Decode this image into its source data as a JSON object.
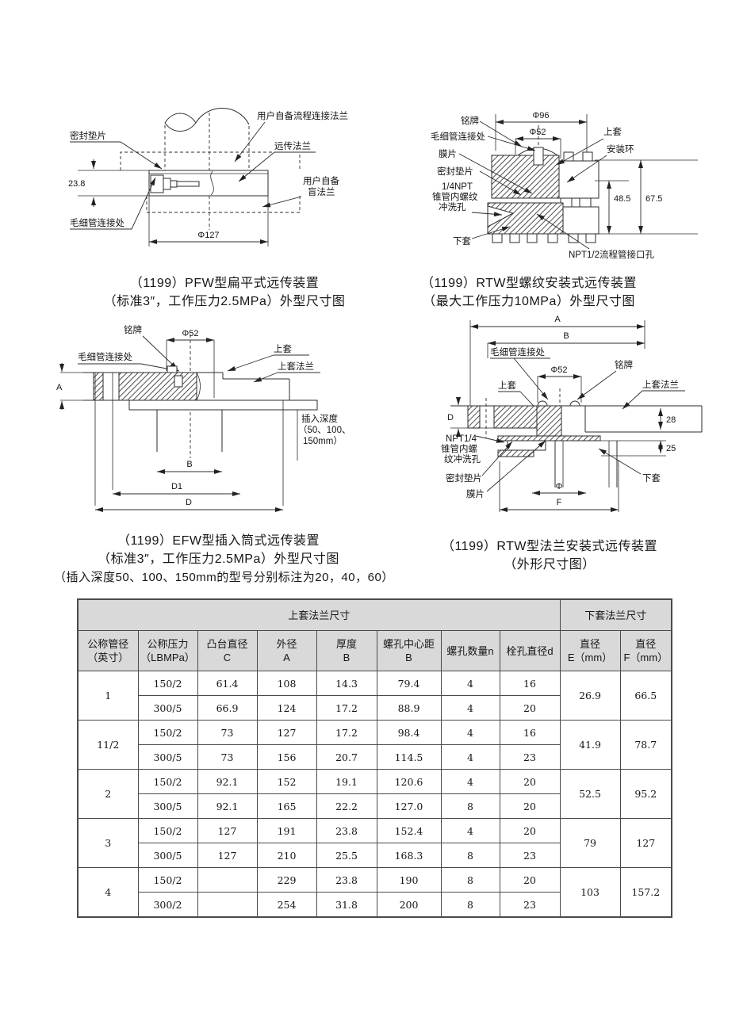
{
  "diagrams": {
    "pfw": {
      "caption_line1": "（1199）PFW型扁平式远传装置",
      "caption_line2": "（标准3″，工作压力2.5MPa）外型尺寸图",
      "labels": {
        "seal_gasket": "密封垫片",
        "user_process_flange": "用户自备流程连接法兰",
        "remote_flange": "远传法兰",
        "user_blind_line1": "用户自备",
        "user_blind_line2": "盲法兰",
        "capillary": "毛细管连接处",
        "dim_thickness": "23.8",
        "dim_diameter": "Φ127"
      }
    },
    "rtw_threaded": {
      "caption_line1": "（1199）RTW型螺纹安装式远传装置",
      "caption_line2": "（最大工作压力10MPa）外型尺寸图",
      "labels": {
        "nameplate": "铭牌",
        "capillary": "毛细管连接处",
        "diaphragm": "膜片",
        "seal_gasket": "密封垫片",
        "npt_line1": "1/4NPT",
        "npt_line2": "锥管内螺纹",
        "npt_line3": "冲洗孔",
        "lower_sleeve": "下套",
        "upper_sleeve": "上套",
        "mounting_ring": "安装环",
        "process_port": "NPT1/2流程管接口孔",
        "dim_phi96": "Φ96",
        "dim_phi52": "Φ52",
        "dim_48_5": "48.5",
        "dim_67_5": "67.5"
      }
    },
    "efw": {
      "caption_line1": "（1199）EFW型插入筒式远传装置",
      "caption_line2": "（标准3″，工作压力2.5MPa）外型尺寸图",
      "caption_line3": "（插入深度50、100、150mm的型号分别标注为20，40，60）",
      "labels": {
        "nameplate": "铭牌",
        "dim_phi52": "Φ52",
        "capillary": "毛细管连接处",
        "upper_sleeve": "上套",
        "upper_sleeve_flange": "上套法兰",
        "dim_a": "A",
        "insert_depth_line1": "插入深度",
        "insert_depth_line2": "（50、100、",
        "insert_depth_line3": "150mm）",
        "dim_b": "B",
        "dim_d1": "D1",
        "dim_d": "D"
      }
    },
    "rtw_flange": {
      "caption_line1": "（1199）RTW型法兰安装式远传装置",
      "caption_line2": "（外形尺寸图）",
      "labels": {
        "dim_a": "A",
        "dim_b": "B",
        "capillary": "毛细管连接处",
        "dim_phi52": "Φ52",
        "nameplate": "铭牌",
        "upper_sleeve": "上套",
        "upper_sleeve_flange": "上套法兰",
        "dim_d": "D",
        "dim_28": "28",
        "dim_25": "25",
        "npt_line1": "NPT1/4",
        "npt_line2": "锥管内螺",
        "npt_line3": "纹冲洗孔",
        "seal_gasket": "密封垫片",
        "diaphragm": "膜片",
        "lower_sleeve": "下套",
        "dim_phi": "Φ",
        "dim_f": "F"
      }
    }
  },
  "table": {
    "group_headers": [
      {
        "label": "上套法兰尺寸"
      },
      {
        "label": "下套法兰尺寸"
      }
    ],
    "columns": [
      "公称管径\n（英寸）",
      "公称压力\n（LBMPa）",
      "凸台直径\nC",
      "外径\nA",
      "厚度\nB",
      "螺孔中心距\nB",
      "螺孔数量n",
      "栓孔直径d",
      "直径\nE（mm）",
      "直径\nF（mm）"
    ],
    "groups": [
      {
        "pipe": "1",
        "e": "26.9",
        "f": "66.5",
        "rows": [
          {
            "pressure": "150/2",
            "c": "61.4",
            "a": "108",
            "b": "14.3",
            "bc": "79.4",
            "n": "4",
            "d": "16"
          },
          {
            "pressure": "300/5",
            "c": "66.9",
            "a": "124",
            "b": "17.2",
            "bc": "88.9",
            "n": "4",
            "d": "20"
          }
        ]
      },
      {
        "pipe": "11/2",
        "e": "41.9",
        "f": "78.7",
        "rows": [
          {
            "pressure": "150/2",
            "c": "73",
            "a": "127",
            "b": "17.2",
            "bc": "98.4",
            "n": "4",
            "d": "16"
          },
          {
            "pressure": "300/5",
            "c": "73",
            "a": "156",
            "b": "20.7",
            "bc": "114.5",
            "n": "4",
            "d": "23"
          }
        ]
      },
      {
        "pipe": "2",
        "e": "52.5",
        "f": "95.2",
        "rows": [
          {
            "pressure": "150/2",
            "c": "92.1",
            "a": "152",
            "b": "19.1",
            "bc": "120.6",
            "n": "4",
            "d": "20"
          },
          {
            "pressure": "300/5",
            "c": "92.1",
            "a": "165",
            "b": "22.2",
            "bc": "127.0",
            "n": "8",
            "d": "20"
          }
        ]
      },
      {
        "pipe": "3",
        "e": "79",
        "f": "127",
        "rows": [
          {
            "pressure": "150/2",
            "c": "127",
            "a": "191",
            "b": "23.8",
            "bc": "152.4",
            "n": "4",
            "d": "20"
          },
          {
            "pressure": "300/5",
            "c": "127",
            "a": "210",
            "b": "25.5",
            "bc": "168.3",
            "n": "8",
            "d": "23"
          }
        ]
      },
      {
        "pipe": "4",
        "e": "103",
        "f": "157.2",
        "rows": [
          {
            "pressure": "150/2",
            "c": "",
            "a": "229",
            "b": "23.8",
            "bc": "190",
            "n": "8",
            "d": "20"
          },
          {
            "pressure": "300/2",
            "c": "",
            "a": "254",
            "b": "31.8",
            "bc": "200",
            "n": "8",
            "d": "23"
          }
        ]
      }
    ]
  }
}
